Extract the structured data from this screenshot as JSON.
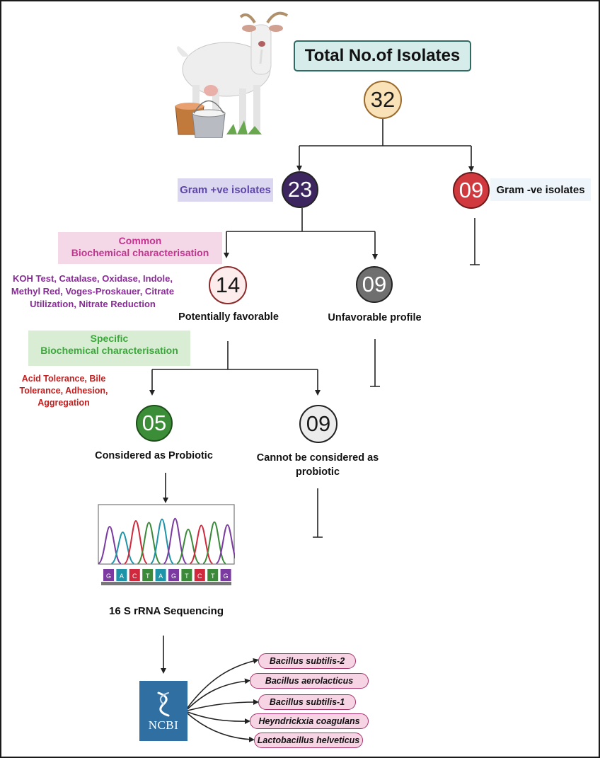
{
  "title": "Total No.of Isolates",
  "nodes": {
    "total": {
      "value": "32",
      "color": "#f9e2b8"
    },
    "gram_positive": {
      "value": "23",
      "label": "Gram +ve isolates",
      "color": "#3d2660"
    },
    "gram_negative": {
      "value": "09",
      "label": "Gram -ve isolates",
      "color": "#d0393e"
    },
    "potentially_favorable": {
      "value": "14",
      "label": "Potentially favorable"
    },
    "unfavorable": {
      "value": "09",
      "label": "Unfavorable profile"
    },
    "probiotic": {
      "value": "05",
      "label": "Considered as Probiotic",
      "color": "#3b8e37"
    },
    "not_probiotic": {
      "value": "09",
      "label": "Cannot be considered as probiotic"
    }
  },
  "common_characterisation": {
    "title_line1": "Common",
    "title_line2": "Biochemical characterisation",
    "tests": "KOH Test, Catalase, Oxidase, Indole, Methyl Red, Voges-Proskauer, Citrate Utilization, Nitrate Reduction"
  },
  "specific_characterisation": {
    "title_line1": "Specific",
    "title_line2": "Biochemical characterisation",
    "tests": "Acid Tolerance, Bile Tolerance, Adhesion, Aggregation"
  },
  "sequencing": {
    "label": "16 S rRNA Sequencing",
    "bases": [
      "G",
      "A",
      "C",
      "T",
      "A",
      "G",
      "T",
      "C",
      "T",
      "G"
    ]
  },
  "database": {
    "name": "NCBI",
    "icon": "ncbi-logo-icon"
  },
  "organisms": [
    "Bacillus subtilis-2",
    "Bacillus aerolacticus",
    "Bacillus subtilis-1",
    "Heyndrickxia coagulans",
    "Lactobacillus helveticus"
  ],
  "illustration": {
    "icon": "goat-milk-icon"
  }
}
